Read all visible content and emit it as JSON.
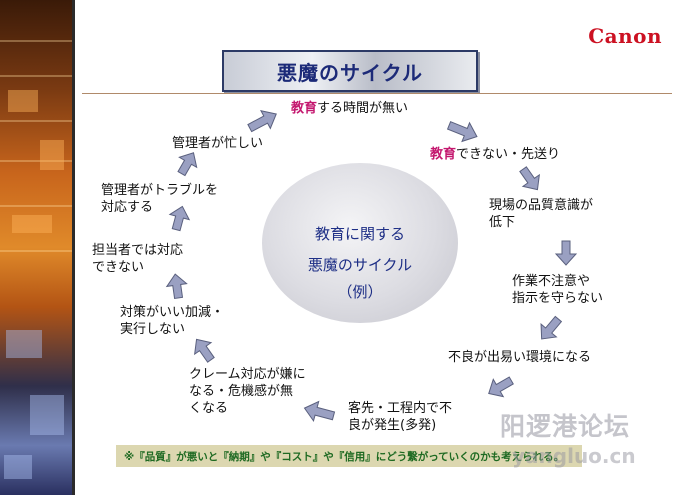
{
  "logo": "Canon",
  "title": "悪魔のサイクル",
  "center": {
    "line1": "教育に関する",
    "line2": "悪魔のサイクル",
    "line3": "（例）"
  },
  "nodes": {
    "n1": {
      "pre": "",
      "hl": "教育",
      "post": "する時間が無い"
    },
    "n2": {
      "pre": "",
      "hl": "教育",
      "post": "できない・先送り"
    },
    "n3": {
      "line1": "現場の品質意識が",
      "line2": "低下"
    },
    "n4": {
      "line1": "作業不注意や",
      "line2": "指示を守らない"
    },
    "n5": {
      "line1": "不良が出易い環境になる"
    },
    "n6": {
      "line1": "客先・工程内で不",
      "line2": "良が発生(多発)"
    },
    "n7": {
      "line1": "クレーム対応が嫌に",
      "line2": "なる・危機感が無",
      "line3": "くなる"
    },
    "n8": {
      "line1": "対策がいい加減・",
      "line2": "実行しない"
    },
    "n9": {
      "line1": "担当者では対応",
      "line2": "できない"
    },
    "n10": {
      "line1": "管理者がトラブルを",
      "line2": "対応する"
    },
    "n11": {
      "line1": "管理者が忙しい"
    }
  },
  "footer_note": "※『品質』が悪いと『納期』や『コスト』や『信用』にどう繋がっていくのかも考えられる。",
  "watermark": {
    "text": "阳逻港论坛",
    "url": "yangluo.cn"
  },
  "colors": {
    "highlight": "#c4186f",
    "center_text": "#1e2f86",
    "title_text": "#1c2a78",
    "arrow": "#8e95b8"
  }
}
